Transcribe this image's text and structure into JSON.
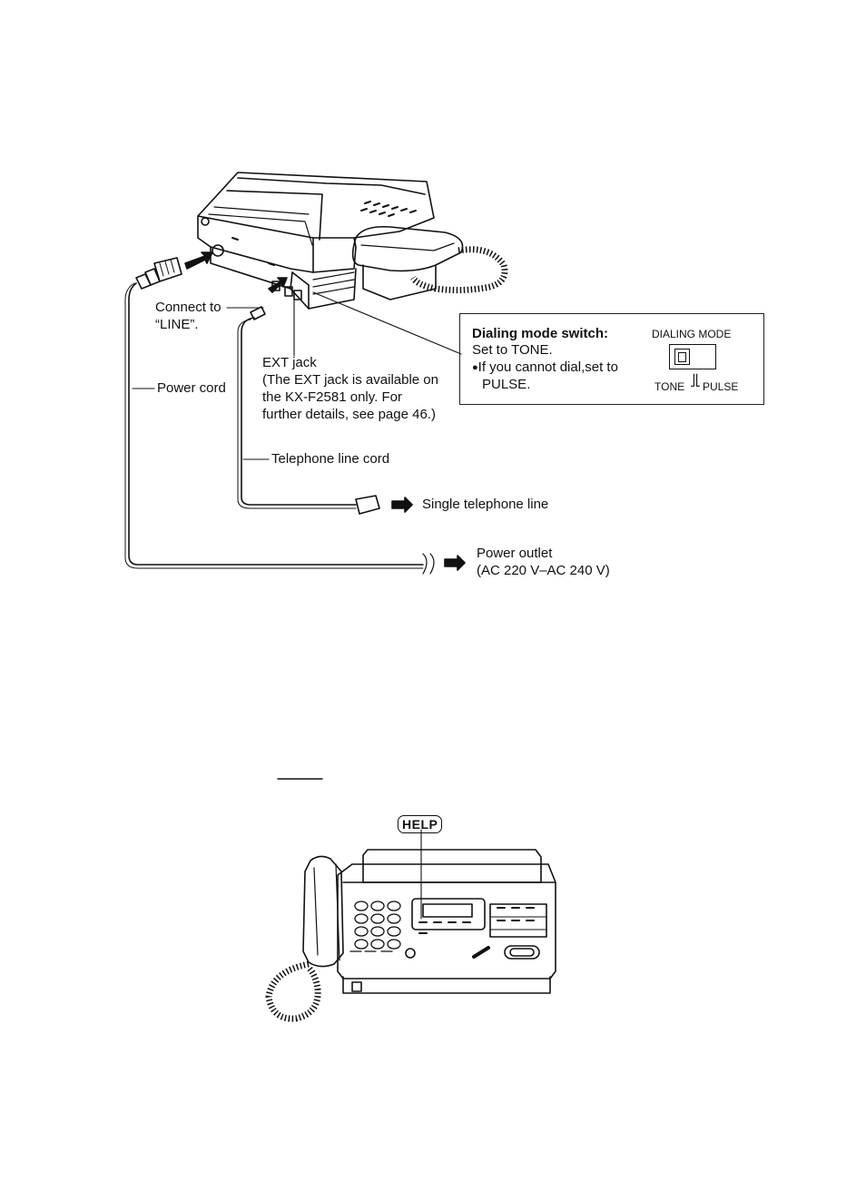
{
  "top_diagram": {
    "connect_to": "Connect to",
    "line": "“LINE”.",
    "power_cord": "Power cord",
    "ext_jack_title": "EXT jack",
    "ext_jack_line1": "(The EXT jack is available on",
    "ext_jack_line2": "the KX-F2581 only. For",
    "ext_jack_line3": "further details, see page 46.)",
    "telephone_line_cord": "Telephone line cord",
    "single_telephone_line": "Single telephone line",
    "power_outlet": "Power outlet",
    "power_outlet_spec": "(AC 220 V–AC 240 V)"
  },
  "dialing_mode_box": {
    "title": "Dialing mode switch:",
    "set_to": "Set to TONE.",
    "bullet_line1": "If you cannot dial,set to",
    "bullet_line2": "PULSE.",
    "switch_label": "DIALING MODE",
    "tone": "TONE",
    "pulse": "PULSE"
  },
  "bottom_diagram": {
    "help_key": "HELP"
  }
}
